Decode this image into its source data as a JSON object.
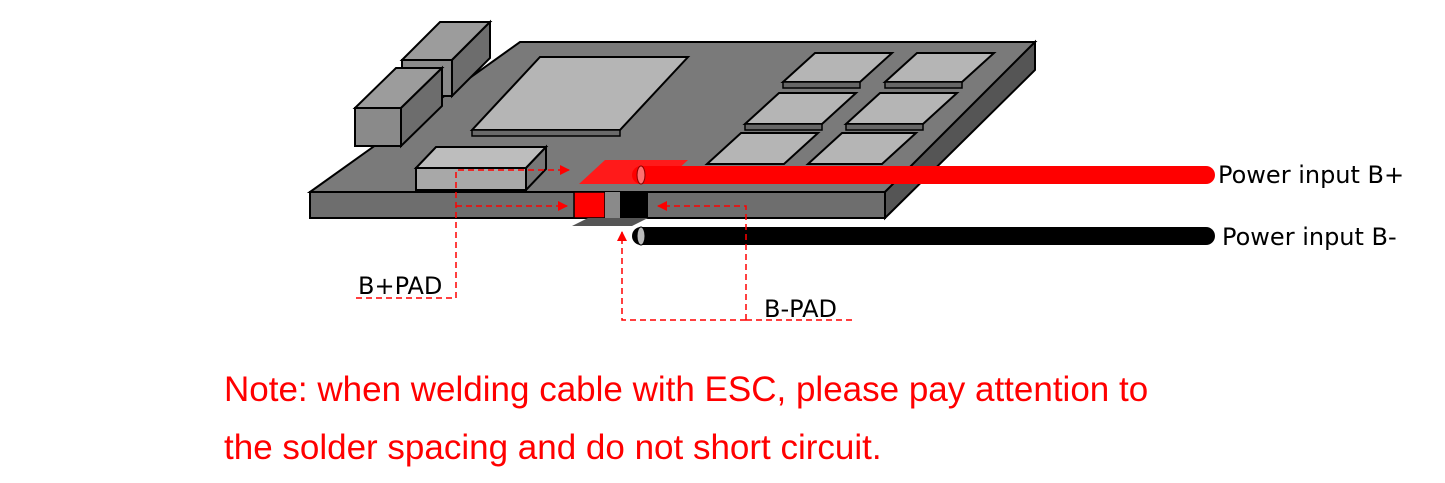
{
  "labels": {
    "power_pos": "Power input B+",
    "power_neg": "Power input B-",
    "b_plus_pad": "B+PAD",
    "b_minus_pad": "B-PAD"
  },
  "note": {
    "line1": "Note: when welding cable with ESC, please pay attention to",
    "line2": "the solder spacing and do not short circuit."
  },
  "colors": {
    "note_text": "#ff0000",
    "wire_positive": "#ff0000",
    "wire_negative": "#000000",
    "pcb_top": "#7a7a7a",
    "pcb_side": "#5a5a5a",
    "chip": "#b8b8b8",
    "leader": "#ff0000"
  }
}
